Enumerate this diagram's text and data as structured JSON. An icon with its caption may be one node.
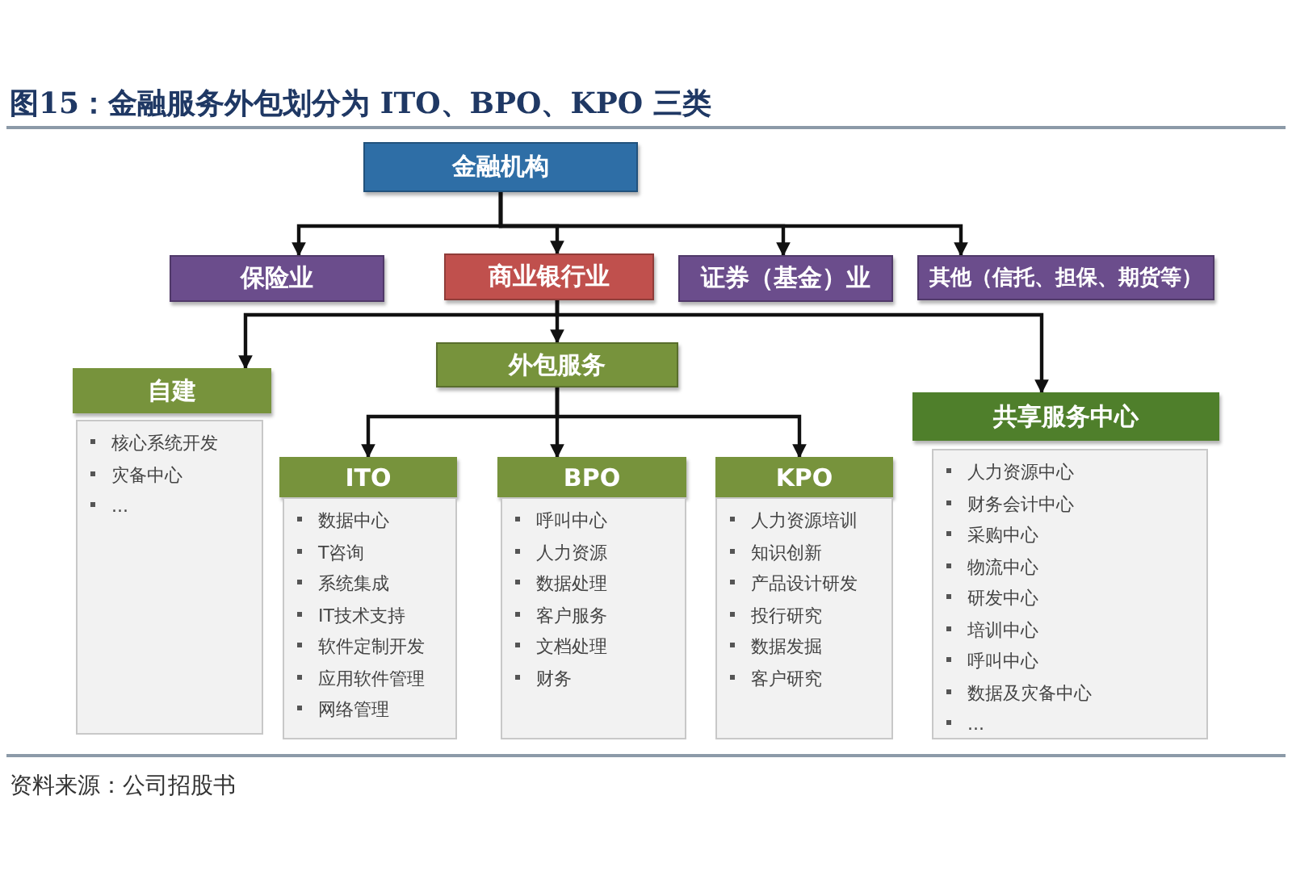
{
  "diagram": {
    "title": "图15：金融服务外包划分为 ITO、BPO、KPO 三类",
    "nodes": [
      {
        "text": [
          "金融机构"
        ]
      },
      {
        "text": [
          "保险业"
        ]
      },
      {
        "text": [
          "商业银行业"
        ]
      },
      {
        "text": [
          "证券（基金）业"
        ]
      },
      {
        "text": [
          "其他（信托、担保、期货等）"
        ]
      },
      {
        "text": [
          "自建",
          "核心系统开发",
          "灾备中心",
          "..."
        ]
      },
      {
        "text": [
          "外包服务"
        ]
      },
      {
        "text": [
          "ITO",
          "数据中心",
          "T咨询",
          "系统集成",
          "IT技术支持",
          "软件定制开发",
          "应用软件管理",
          "网络管理"
        ]
      },
      {
        "text": [
          "BPO",
          "呼叫中心",
          "人力资源",
          "数据处理",
          "客户服务",
          "文档处理",
          "财务"
        ]
      },
      {
        "text": [
          "KPO",
          "人力资源培训",
          "知识创新",
          "产品设计研发",
          "投行研究",
          "数据发掘",
          "客户研究"
        ]
      },
      {
        "text": [
          "共享服务中心",
          "人力资源中心",
          "财务会计中心",
          "采购中心",
          "物流中心",
          "研发中心",
          "培训中心",
          "呼叫中心",
          "数据及灾备中心",
          "..."
        ]
      }
    ],
    "edges": [
      {
        "from": 0,
        "to": 1,
        "arrow": "to"
      },
      {
        "from": 0,
        "to": 2,
        "arrow": "to"
      },
      {
        "from": 0,
        "to": 3,
        "arrow": "to"
      },
      {
        "from": 0,
        "to": 4,
        "arrow": "to"
      },
      {
        "from": 2,
        "to": 5,
        "arrow": "to"
      },
      {
        "from": 2,
        "to": 6,
        "arrow": "to"
      },
      {
        "from": 2,
        "to": 10,
        "arrow": "to"
      },
      {
        "from": 6,
        "to": 7,
        "arrow": "to"
      },
      {
        "from": 6,
        "to": 8,
        "arrow": "to"
      },
      {
        "from": 6,
        "to": 9,
        "arrow": "to"
      }
    ],
    "labels": [
      "资料来源：公司招股书"
    ]
  }
}
